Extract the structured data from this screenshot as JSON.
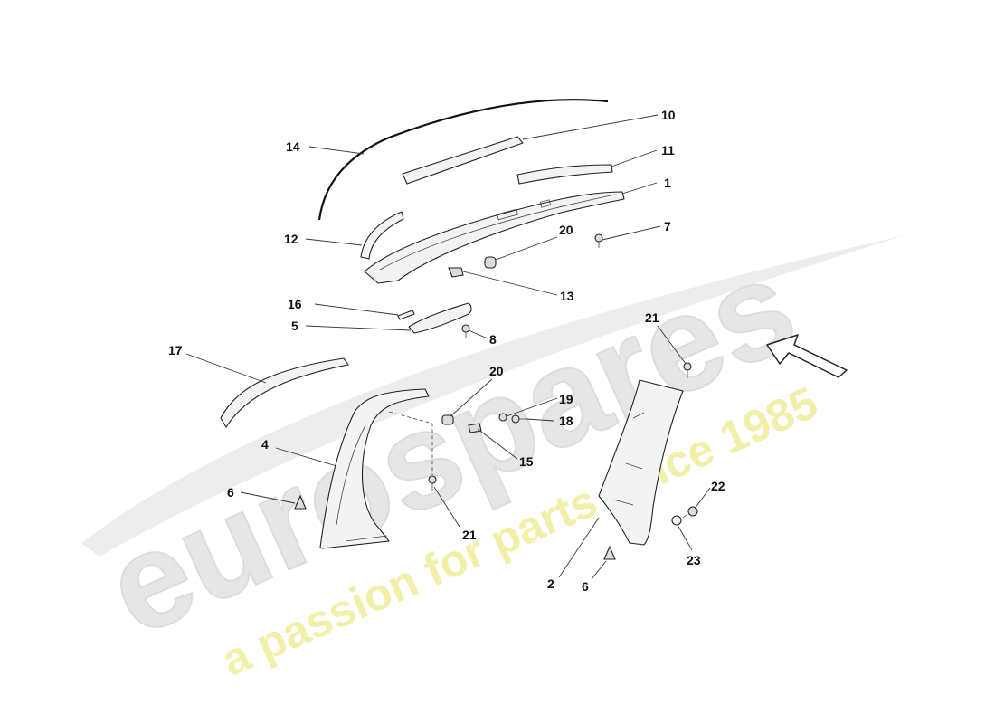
{
  "watermark": {
    "brand": "eurospares",
    "tagline": "a passion for parts since 1985",
    "brand_color": "#e6e6e6",
    "tagline_color": "#f2efa8"
  },
  "callouts": [
    {
      "id": "14",
      "label": "14"
    },
    {
      "id": "10",
      "label": "10"
    },
    {
      "id": "11",
      "label": "11"
    },
    {
      "id": "1",
      "label": "1"
    },
    {
      "id": "12",
      "label": "12"
    },
    {
      "id": "20a",
      "label": "20"
    },
    {
      "id": "7",
      "label": "7"
    },
    {
      "id": "13",
      "label": "13"
    },
    {
      "id": "16",
      "label": "16"
    },
    {
      "id": "5",
      "label": "5"
    },
    {
      "id": "8",
      "label": "8"
    },
    {
      "id": "21a",
      "label": "21"
    },
    {
      "id": "17",
      "label": "17"
    },
    {
      "id": "20b",
      "label": "20"
    },
    {
      "id": "19",
      "label": "19"
    },
    {
      "id": "18",
      "label": "18"
    },
    {
      "id": "4",
      "label": "4"
    },
    {
      "id": "15",
      "label": "15"
    },
    {
      "id": "6a",
      "label": "6"
    },
    {
      "id": "21b",
      "label": "21"
    },
    {
      "id": "22",
      "label": "22"
    },
    {
      "id": "23",
      "label": "23"
    },
    {
      "id": "2",
      "label": "2"
    },
    {
      "id": "6b",
      "label": "6"
    }
  ]
}
